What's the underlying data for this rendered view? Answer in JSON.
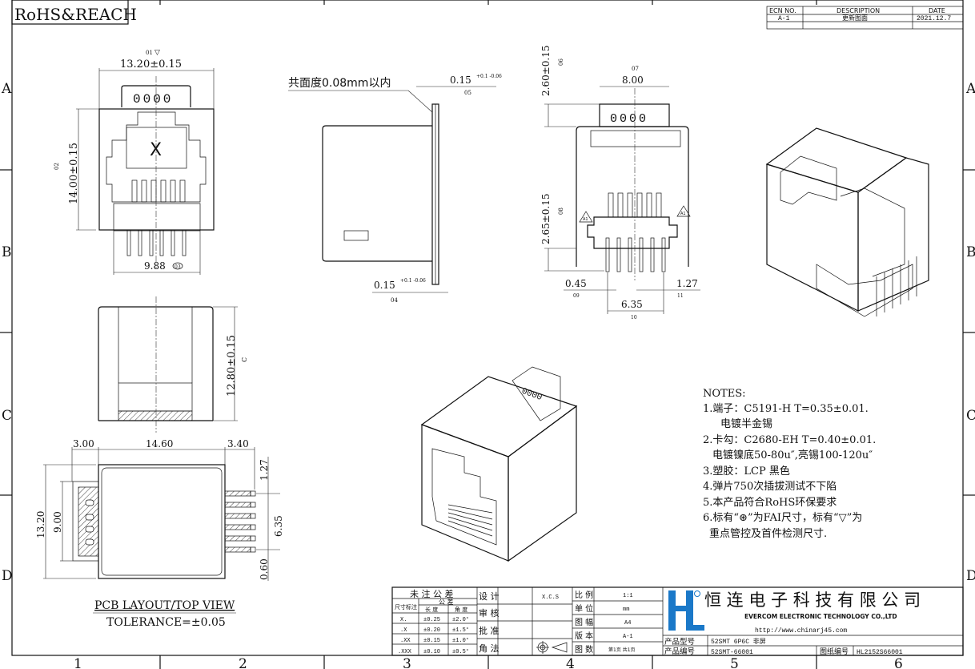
{
  "header": {
    "rohs_label": "RoHS&REACH"
  },
  "zones": {
    "rows": [
      "A",
      "B",
      "C",
      "D"
    ],
    "columns": [
      "1",
      "2",
      "3",
      "4",
      "5",
      "6"
    ]
  },
  "revision": {
    "headers": [
      "ECN NO.",
      "DESCRIPTION",
      "DATE"
    ],
    "rows": [
      {
        "ecn": "A-1",
        "description": "更新图面",
        "date": "2021.12.7"
      }
    ]
  },
  "front_view": {
    "width_dim": "13.20±0.15",
    "width_tag": "01",
    "height_dim": "14.00±0.15",
    "height_tag": "02",
    "pin_span_dim": "9.88",
    "pin_span_tag": "03",
    "tab_marks": "0000",
    "center_mark": "X"
  },
  "side_view": {
    "flatness_note": "共面度0.08mm以内",
    "plate_top_dim": "0.15",
    "plate_top_tol": "+0.1 -0.06",
    "plate_top_tag": "05",
    "plate_bottom_dim": "0.15",
    "plate_bottom_tol": "+0.1 -0.06",
    "plate_bottom_tag": "04"
  },
  "rear_view": {
    "tab_height_dim": "2.60±0.15",
    "tab_height_tag": "06",
    "tab_width_dim": "8.00",
    "tab_width_tag": "07",
    "pin_height_dim": "2.65±0.15",
    "pin_height_tag": "08",
    "pin_width_dim": "0.45",
    "pin_width_tag": "09",
    "pin_span_dim": "6.35",
    "pin_span_tag": "10",
    "pin_pitch_dim": "1.27",
    "pin_pitch_tag": "11",
    "tab_marks": "0000",
    "marker": "A1"
  },
  "bottom_side_view": {
    "height_dim": "12.80±0.15",
    "height_tag": "C"
  },
  "pcb_layout": {
    "dims": {
      "left": "3.00",
      "middle": "14.60",
      "right": "3.40",
      "height": "13.20",
      "inner_height": "9.00",
      "pitch": "1.27",
      "span": "6.35",
      "pad": "0.60"
    },
    "title": "PCB LAYOUT/TOP VIEW",
    "tolerance": "TOLERANCE=±0.05"
  },
  "iso_view": {
    "tab_marks": "0000"
  },
  "notes": {
    "title": "NOTES:",
    "lines": [
      "1.端子：C5191-H T=0.35±0.01.",
      "电镀半金锡",
      "2.卡勾：C2680-EH T=0.40±0.01.",
      "电镀镍底50-80u″,亮锡100-120u″",
      "3.塑胶：LCP 黑色",
      "4.弹片750次插拔测试不下陷",
      "5.本产品符合RoHS环保要求",
      "6.标有“⊛”为FAI尺寸，标有“▽”为",
      "重点管控及首件检测尺寸."
    ]
  },
  "title_block": {
    "tolerance_title": "未 注 公 差",
    "dim_label": "尺寸标注",
    "tol_label": "公 差",
    "length_label": "长 度",
    "angle_label": "角 度",
    "tolerance_rows": [
      {
        "dim": "X.",
        "length": "±0.25",
        "angle": "±2.0°"
      },
      {
        "dim": ".X",
        "length": "±0.20",
        "angle": "±1.5°"
      },
      {
        "dim": ".XX",
        "length": "±0.15",
        "angle": "±1.0°"
      },
      {
        "dim": ".XXX",
        "length": "±0.10",
        "angle": "±0.5°"
      }
    ],
    "design_label": "设 计",
    "design_value": "X.C.S",
    "review_label": "审 核",
    "review_value": "",
    "approve_label": "批 准",
    "approve_value": "",
    "angle_method_label": "角 法",
    "scale_label": "比 例",
    "scale_value": "1:1",
    "unit_label": "单 位",
    "unit_value": "mm",
    "size_label": "图 幅",
    "size_value": "A4",
    "version_label": "版 本",
    "version_value": "A-1",
    "pages_label": "图 数",
    "pages_value": "第1页 共1页",
    "company_cn": "恒 连 电 子 科 技 有 限 公 司",
    "company_en": "EVERCOM ELECTRONIC TECHNOLOGY CO.,LTD",
    "website": "http://www.chinarj45.com",
    "model_label": "产品型号",
    "model_value": "52SMT 6P6C 非屏",
    "part_label": "产品编号",
    "part_value": "52SMT-66001",
    "drawing_label": "图纸编号",
    "drawing_value": "HL2152S66001",
    "logo_color": "#1a78c8"
  }
}
